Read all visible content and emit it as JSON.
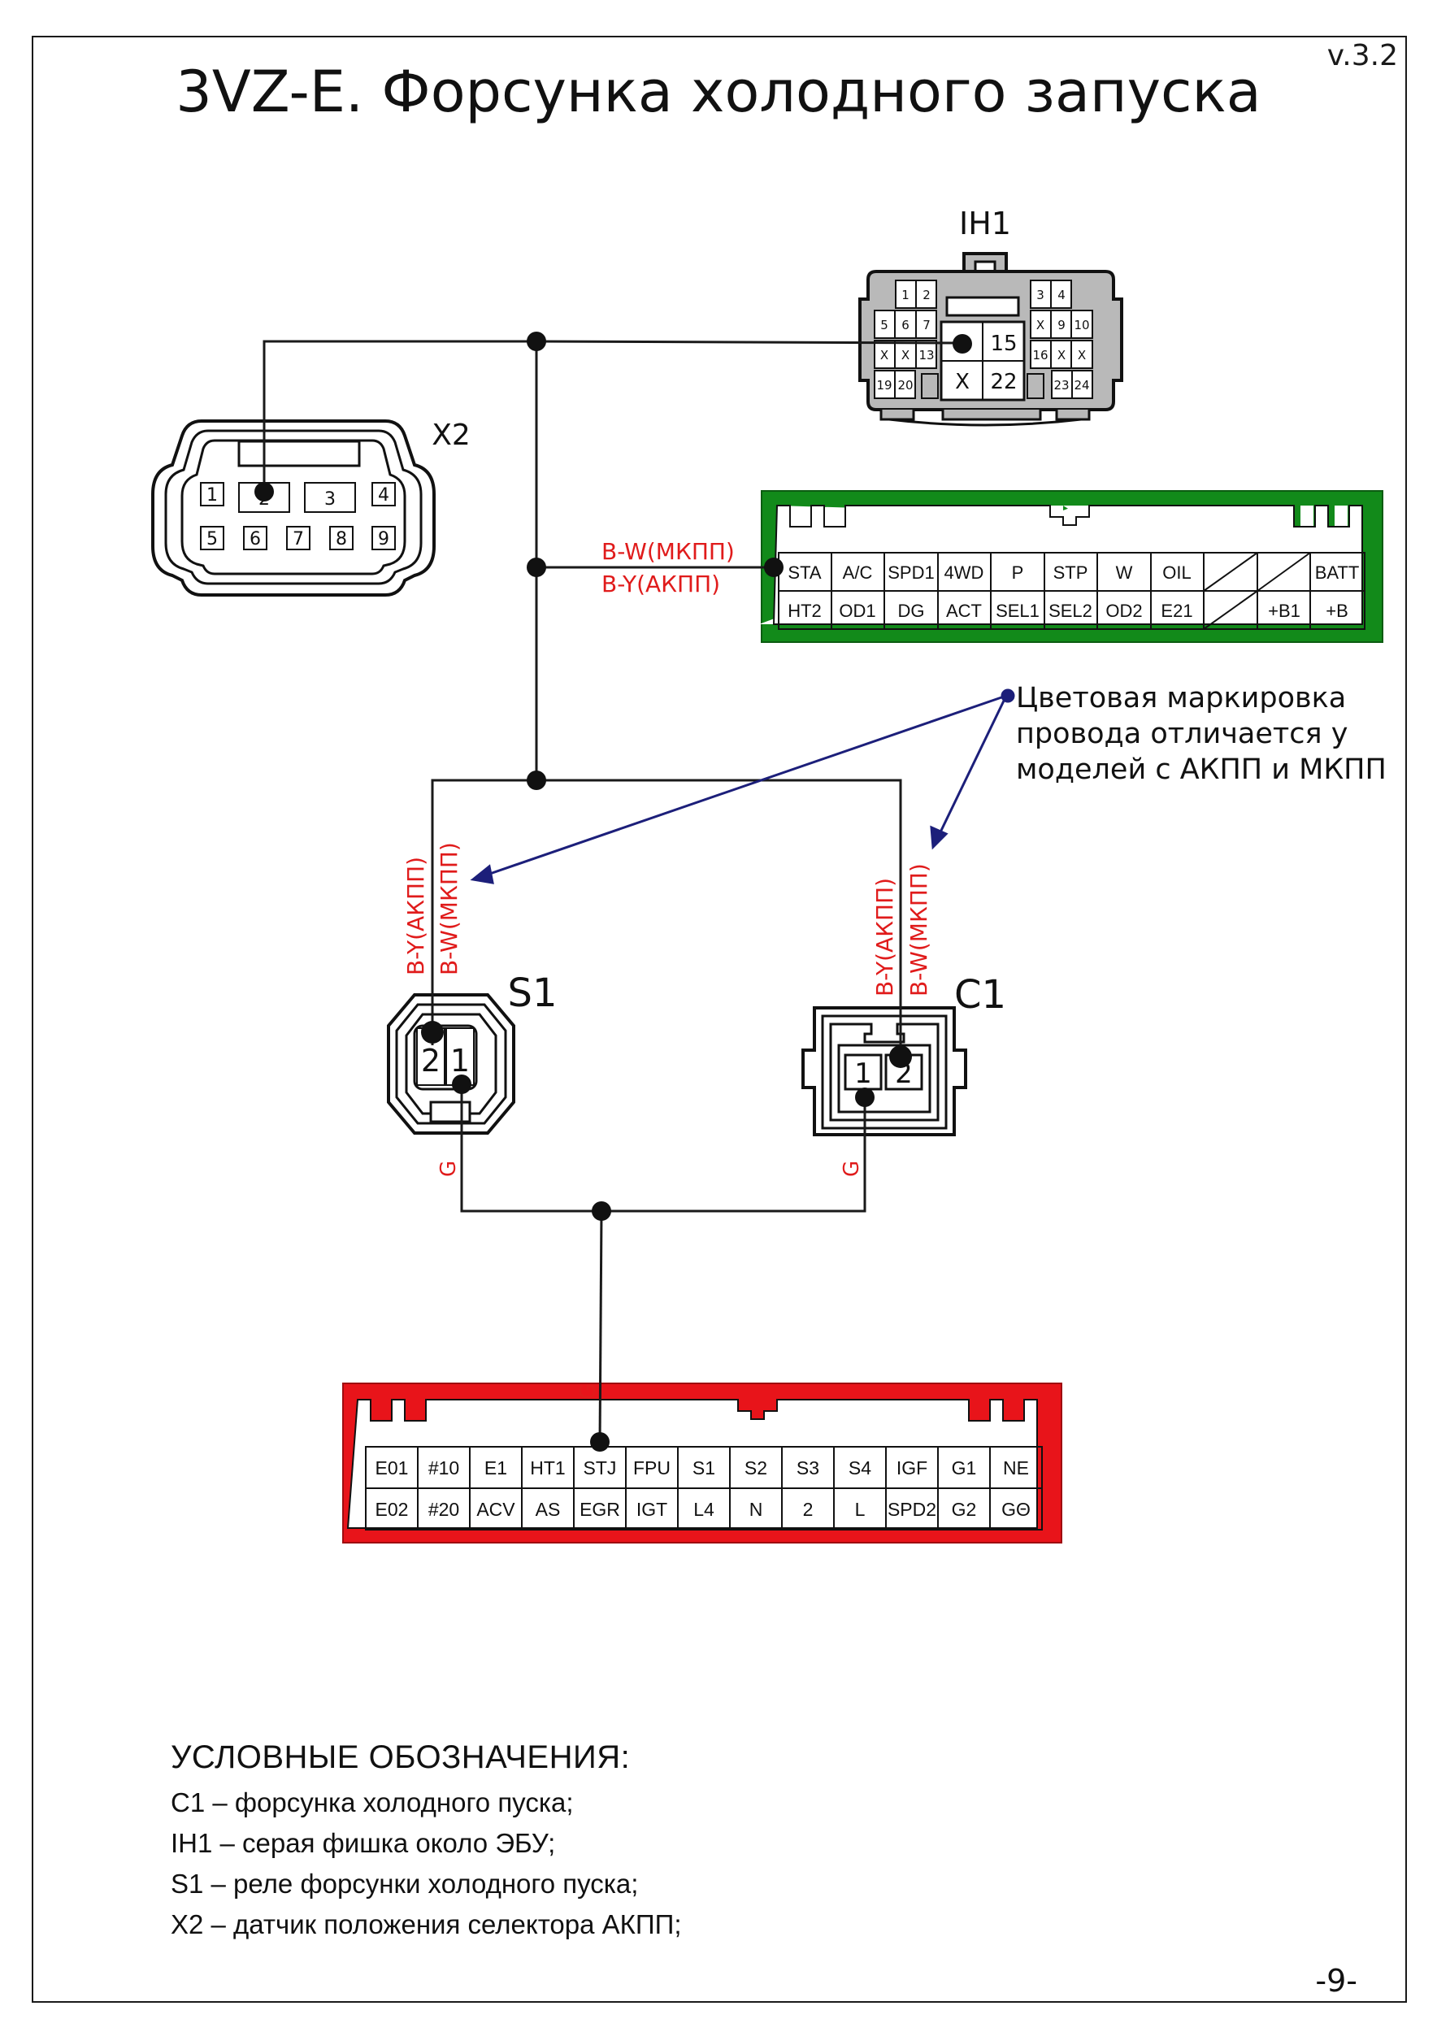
{
  "header": {
    "version": "v.3.2",
    "title": "3VZ-E. Форсунка холодного запуска"
  },
  "footer": {
    "page_number": "-9-"
  },
  "connectors": {
    "ih1": {
      "label": "IH1",
      "pins": [
        "1",
        "2",
        "3",
        "4",
        "5",
        "6",
        "7",
        "X",
        "9",
        "10",
        "X",
        "X",
        "13",
        "15",
        "16",
        "X",
        "X",
        "19",
        "20",
        "X",
        "22",
        "23",
        "24"
      ]
    },
    "x2": {
      "label": "X2",
      "pins": [
        "1",
        "2",
        "3",
        "4",
        "5",
        "6",
        "7",
        "8",
        "9"
      ]
    },
    "s1": {
      "label": "S1",
      "pins": [
        "2",
        "1"
      ]
    },
    "c1": {
      "label": "C1",
      "pins": [
        "1",
        "2"
      ]
    },
    "ecu_green": {
      "top_row": [
        "STA",
        "A/C",
        "SPD1",
        "4WD",
        "P",
        "STP",
        "W",
        "OIL",
        "",
        "",
        "BATT"
      ],
      "bottom_row": [
        "HT2",
        "OD1",
        "DG",
        "ACT",
        "SEL1",
        "SEL2",
        "OD2",
        "E21",
        "",
        "+B1",
        "+B"
      ]
    },
    "ecu_red": {
      "top_row": [
        "E01",
        "#10",
        "E1",
        "HT1",
        "STJ",
        "FPU",
        "S1",
        "S2",
        "S3",
        "S4",
        "IGF",
        "G1",
        "NE"
      ],
      "bottom_row": [
        "E02",
        "#20",
        "ACV",
        "AS",
        "EGR",
        "IGT",
        "L4",
        "N",
        "2",
        "L",
        "SPD2",
        "G2",
        "GΘ"
      ]
    }
  },
  "wires": {
    "bw_mkpp": "B-W(МКПП)",
    "by_akpp": "B-Y(АКПП)",
    "g": "G"
  },
  "annotation": {
    "line1": "Цветовая маркировка",
    "line2": "провода отличается у",
    "line3": "моделей с АКПП и МКПП"
  },
  "legend": {
    "heading": "УСЛОВНЫЕ ОБОЗНАЧЕНИЯ:",
    "items": [
      "C1 – форсунка холодного пуска;",
      "IH1 – серая фишка около ЭБУ;",
      "S1 – реле форсунки холодного пуска;",
      "X2 – датчик положения селектора АКПП;"
    ]
  },
  "colors": {
    "wire": "#1a1a1a",
    "wire_label": "#e01b1b",
    "annotation_arrow": "#1c1f7a",
    "ecu_green": "#128a1a",
    "ecu_red": "#e8141a",
    "ih1_body": "#b9b9b9"
  }
}
